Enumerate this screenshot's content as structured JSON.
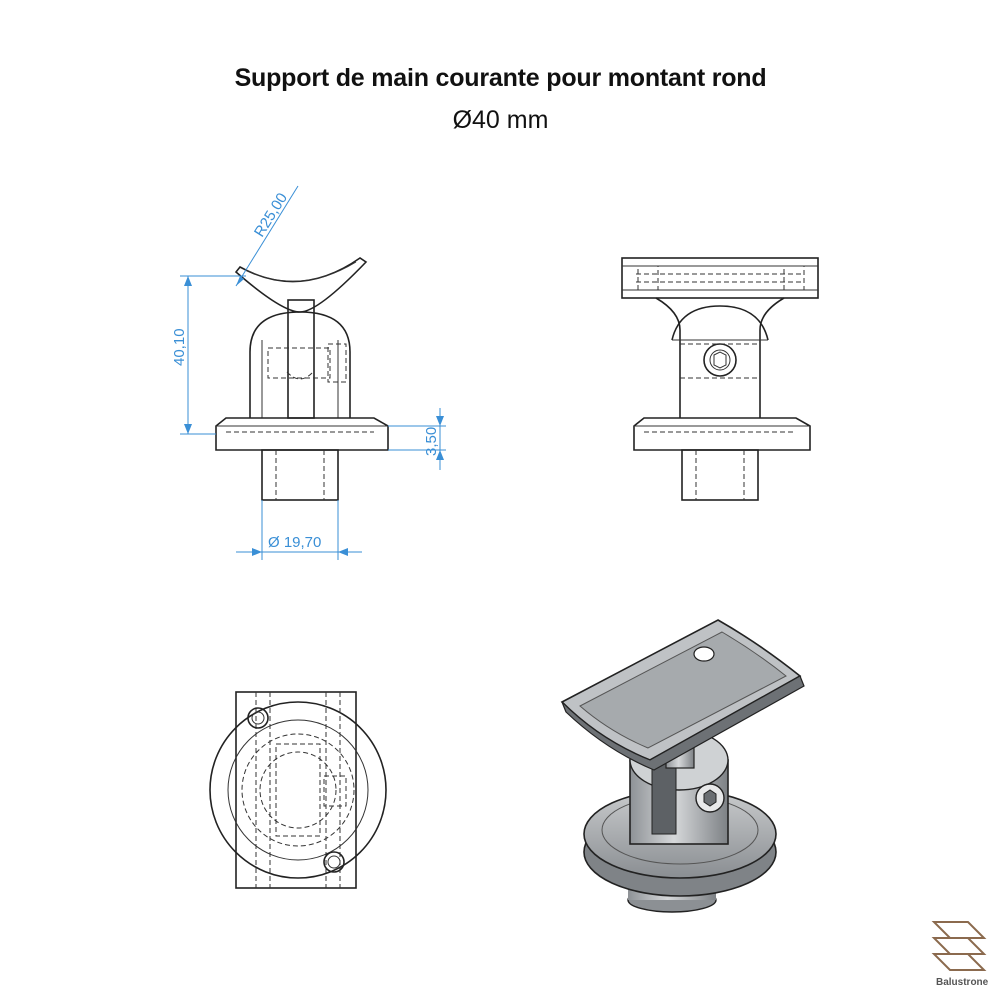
{
  "title": "Support de main courante pour montant rond",
  "subtitle": "Ø40 mm",
  "dimensions": {
    "radius": "R25,00",
    "height": "40,10",
    "flange": "3,50",
    "diameter": "Ø 19,70"
  },
  "logo": {
    "text": "Balustrone"
  },
  "colors": {
    "dimension": "#3a8fd6",
    "line": "#222222",
    "shade": "#b9bcbf"
  }
}
